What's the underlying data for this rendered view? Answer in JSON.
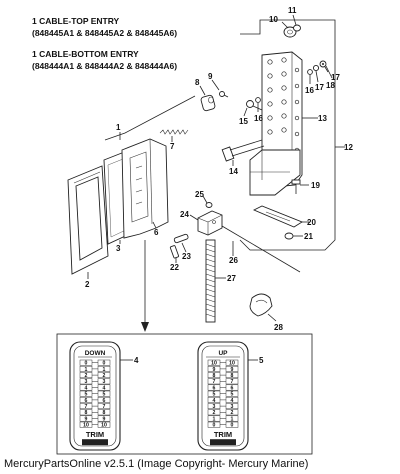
{
  "header": {
    "top_entry_title": "1 CABLE-TOP ENTRY",
    "top_entry_models": "(848445A1 & 848445A2 & 848445A6)",
    "bottom_entry_title": "1 CABLE-BOTTOM ENTRY",
    "bottom_entry_models": "(848444A1 & 848444A2 & 848444A6)"
  },
  "callouts": {
    "c1": "1",
    "c2": "2",
    "c3": "3",
    "c4": "4",
    "c5": "5",
    "c6": "6",
    "c7": "7",
    "c8": "8",
    "c9": "9",
    "c10": "10",
    "c11": "11",
    "c12": "12",
    "c13": "13",
    "c14": "14",
    "c15": "15",
    "c16a": "16",
    "c16b": "16",
    "c17a": "17",
    "c17b": "17",
    "c18": "18",
    "c19": "19",
    "c20": "20",
    "c21": "21",
    "c22": "22",
    "c23": "23",
    "c24": "24",
    "c25": "25",
    "c26": "26",
    "c27": "27",
    "c28": "28"
  },
  "decal_down": {
    "heading": "DOWN",
    "scale": [
      "0",
      "1",
      "2",
      "3",
      "4",
      "5",
      "6",
      "7",
      "8",
      "9",
      "10"
    ],
    "footer": "TRIM"
  },
  "decal_up": {
    "heading": "UP",
    "scale": [
      "10",
      "9",
      "8",
      "7",
      "6",
      "5",
      "4",
      "3",
      "2",
      "1",
      "0"
    ],
    "footer": "TRIM"
  },
  "footer_text": "MercuryPartsOnline v2.5.1 (Image Copyright- Mercury Marine)"
}
